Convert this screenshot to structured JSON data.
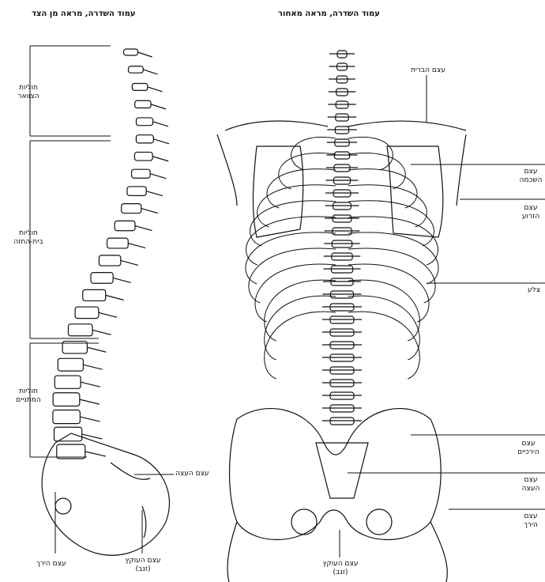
{
  "titles": {
    "side": "עמוד השדרה, מראה מן הצד",
    "back": "עמוד השדרה, מראה מאחור"
  },
  "side_labels": {
    "cervical": [
      "חוליות",
      "הצוואר"
    ],
    "thoracic": [
      "חוליות",
      "בית-החזה"
    ],
    "lumbar": [
      "חוליות",
      "המתניים"
    ],
    "sacrum": "עצם העצה",
    "hip": "עצם הירך",
    "coccyx": [
      "עצם העוקץ",
      "(זנב)"
    ]
  },
  "back_labels": {
    "clavicle": "עצם הבריח",
    "scapula": [
      "עצם",
      "השכמה"
    ],
    "humerus": [
      "עצם",
      "הזרוע"
    ],
    "ribs": "צלע",
    "ilium": [
      "עצם",
      "הירכיים"
    ],
    "sacrum": [
      "עצם",
      "העצה"
    ],
    "femur": [
      "עצם",
      "הירך"
    ],
    "coccyx": [
      "עצם העוקץ",
      "(זנב)"
    ]
  },
  "colors": {
    "ink": "#111111",
    "paper": "#ffffff"
  }
}
